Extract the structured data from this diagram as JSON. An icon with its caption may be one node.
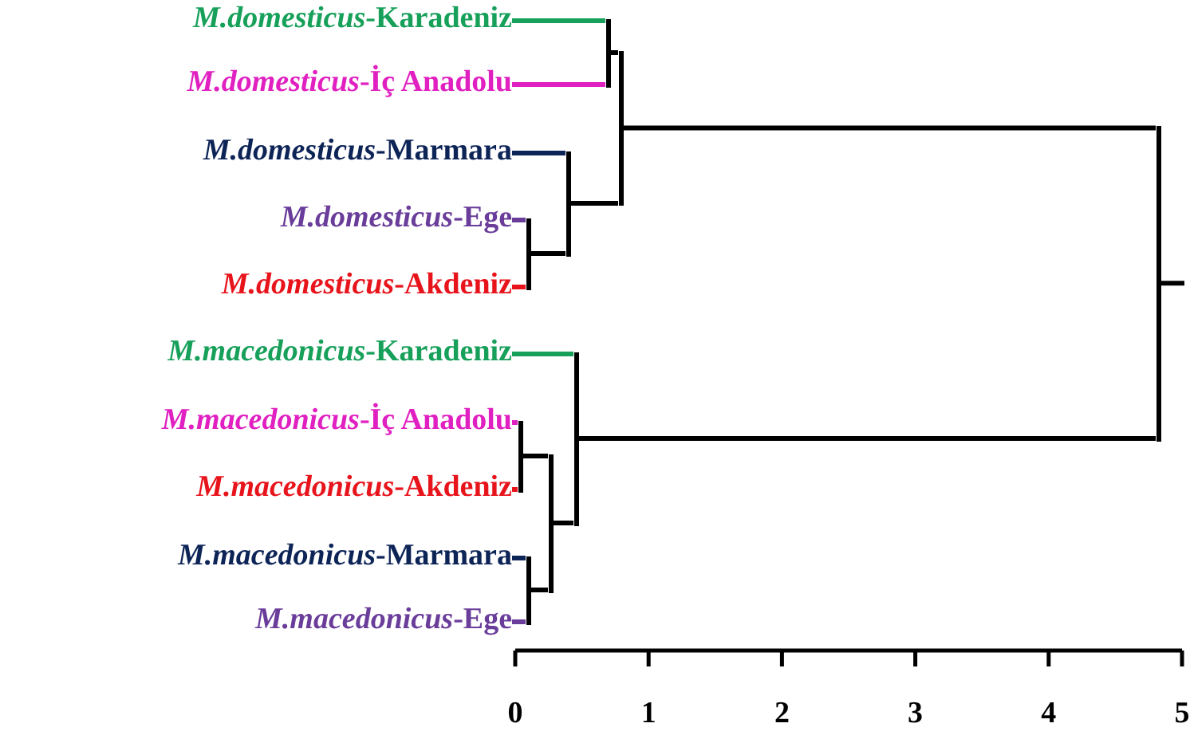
{
  "diagram": {
    "nodes": [
      {
        "text": [
          "*M.domesticus*-Karadeniz"
        ]
      },
      {
        "text": [
          "*M.domesticus*-İç Anadolu"
        ]
      },
      {
        "text": [
          "*M.domesticus*-Marmara"
        ]
      },
      {
        "text": [
          "*M.domesticus*-Ege"
        ]
      },
      {
        "text": [
          "*M.domesticus*-Akdeniz"
        ]
      },
      {
        "text": [
          "*M.macedonicus*-Karadeniz"
        ]
      },
      {
        "text": [
          "*M.macedonicus*-İç Anadolu"
        ]
      },
      {
        "text": [
          "*M.macedonicus*-Akdeniz"
        ]
      },
      {
        "text": [
          "*M.macedonicus*-Marmara"
        ]
      },
      {
        "text": [
          "*M.macedonicus*-Ege"
        ]
      },
      {
        "text": [],
        "shape": "bar"
      },
      {
        "text": [],
        "shape": "bar"
      },
      {
        "text": [],
        "shape": "bar"
      },
      {
        "text": [],
        "shape": "bar"
      },
      {
        "text": [],
        "shape": "bar"
      },
      {
        "text": [],
        "shape": "bar"
      },
      {
        "text": [],
        "shape": "bar"
      },
      {
        "text": [],
        "shape": "bar"
      },
      {
        "text": [],
        "shape": "bar"
      }
    ],
    "edges": [
      {
        "from": 0,
        "to": 10,
        "arrow": "none",
        "color": "#17a05a"
      },
      {
        "from": 1,
        "to": 10,
        "arrow": "none",
        "color": "#e020c0"
      },
      {
        "from": 3,
        "to": 11,
        "arrow": "none",
        "color": "#6a3d9a"
      },
      {
        "from": 4,
        "to": 11,
        "arrow": "none",
        "color": "#e8141c"
      },
      {
        "from": 2,
        "to": 12,
        "arrow": "none",
        "color": "#0d2457"
      },
      {
        "from": 11,
        "to": 12,
        "arrow": "none"
      },
      {
        "from": 10,
        "to": 13,
        "arrow": "none"
      },
      {
        "from": 12,
        "to": 13,
        "arrow": "none"
      },
      {
        "from": 6,
        "to": 14,
        "arrow": "none",
        "color": "#e020c0"
      },
      {
        "from": 7,
        "to": 14,
        "arrow": "none",
        "color": "#e8141c"
      },
      {
        "from": 8,
        "to": 15,
        "arrow": "none",
        "color": "#0d2457"
      },
      {
        "from": 9,
        "to": 15,
        "arrow": "none",
        "color": "#6a3d9a"
      },
      {
        "from": 14,
        "to": 16,
        "arrow": "none"
      },
      {
        "from": 15,
        "to": 16,
        "arrow": "none"
      },
      {
        "from": 5,
        "to": 17,
        "arrow": "none",
        "color": "#17a05a"
      },
      {
        "from": 16,
        "to": 17,
        "arrow": "none"
      },
      {
        "from": 13,
        "to": 18,
        "arrow": "none"
      },
      {
        "from": 17,
        "to": 18,
        "arrow": "none"
      },
      {
        "from": 18,
        "to": null,
        "arrow": "none"
      }
    ],
    "labels": [
      "0",
      "1",
      "2",
      "3",
      "4",
      "5"
    ]
  }
}
